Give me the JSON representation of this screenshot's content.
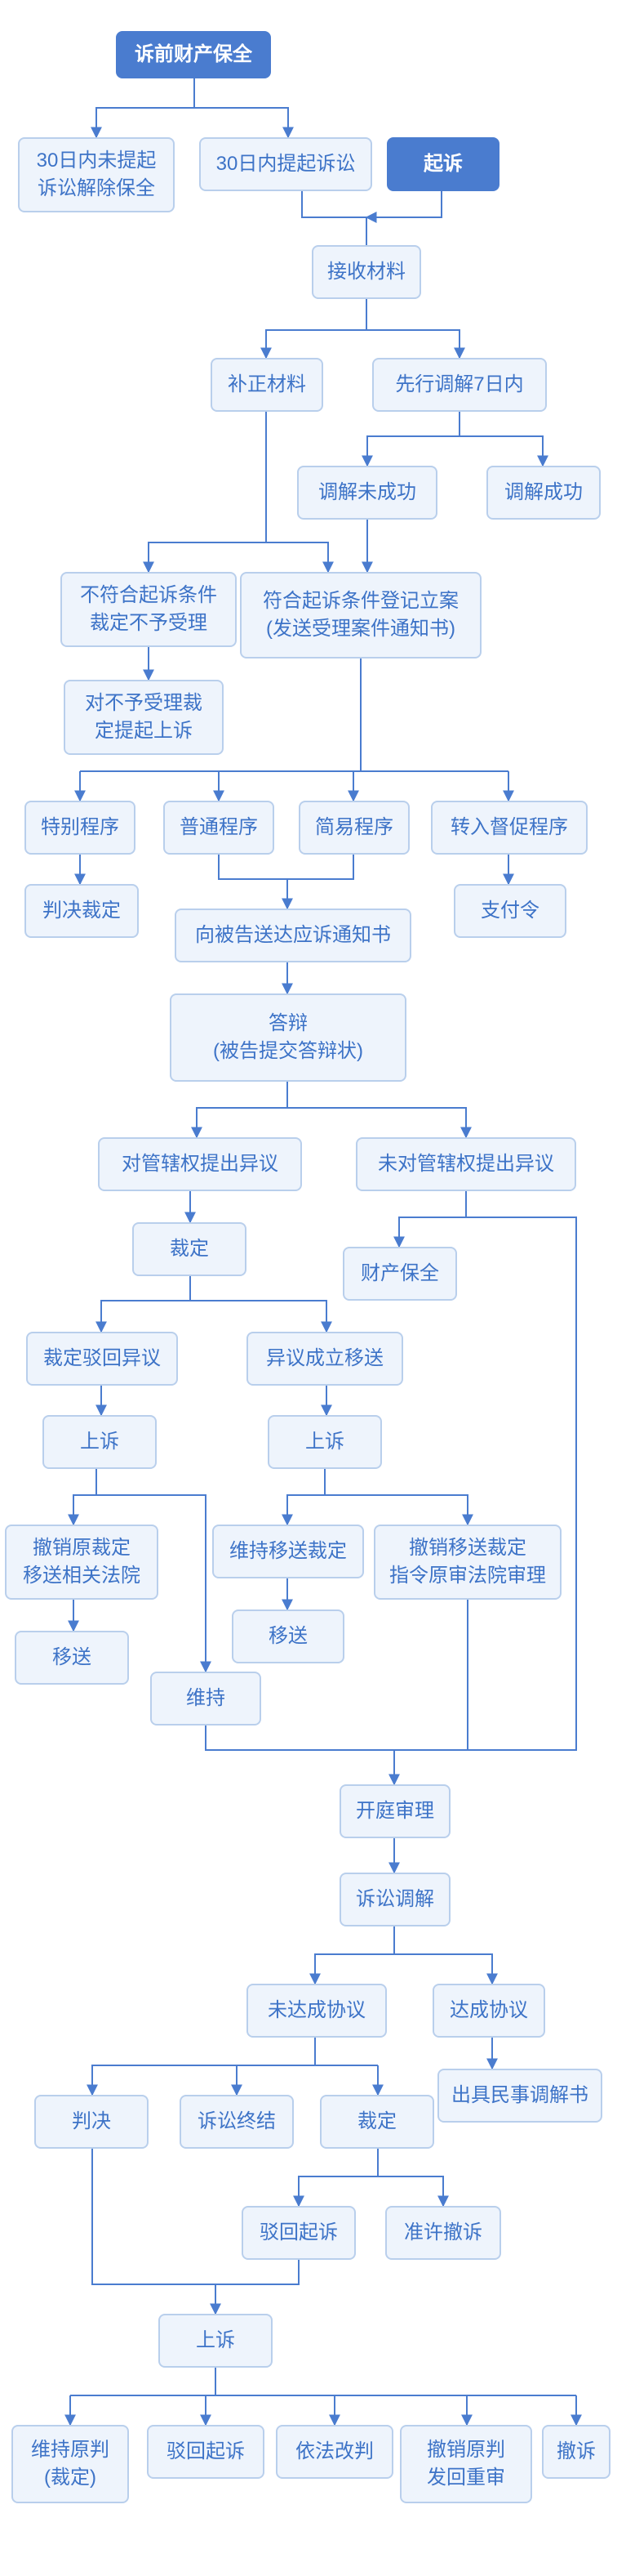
{
  "colors": {
    "line": "#4a7ccf",
    "box_fill": "#eef4fc",
    "box_border": "#b9cfec",
    "box_text": "#3d73c7",
    "dark_fill": "#4a7ccf",
    "dark_text": "#ffffff"
  },
  "nodes": {
    "pre_suit_preservation": "诉前财产保全",
    "no_suit_30": "30日内未提起\n诉讼解除保全",
    "suit_30": "30日内提起诉讼",
    "file_suit": "起诉",
    "receive_materials": "接收材料",
    "supplement_materials": "补正材料",
    "pre_mediation": "先行调解7日内",
    "mediation_failed": "调解未成功",
    "mediation_success": "调解成功",
    "not_accepted": "不符合起诉条件\n裁定不予受理",
    "accepted": "符合起诉条件登记立案\n(发送受理案件通知书)",
    "appeal_rejection": "对不予受理裁\n定提起上诉",
    "special_procedure": "特别程序",
    "ordinary_procedure": "普通程序",
    "simple_procedure": "简易程序",
    "supervision_procedure": "转入督促程序",
    "judgment_ruling": "判决裁定",
    "payment_order": "支付令",
    "send_notice": "向被告送达应诉通知书",
    "defense": "答辩\n(被告提交答辩状)",
    "jurisdiction_objection": "对管辖权提出异议",
    "no_jurisdiction_objection": "未对管辖权提出异议",
    "ruling": "裁定",
    "property_preservation": "财产保全",
    "objection_rejected": "裁定驳回异议",
    "objection_transfer": "异议成立移送",
    "appeal_left": "上诉",
    "appeal_right": "上诉",
    "revoke_transfer": "撤销原裁定\n移送相关法院",
    "uphold_transfer": "维持移送裁定",
    "revoke_transfer_trial": "撤销移送裁定\n指令原审法院审理",
    "transfer_left": "移送",
    "transfer_mid": "移送",
    "uphold": "维持",
    "court_hearing": "开庭审理",
    "litigation_mediation": "诉讼调解",
    "no_agreement": "未达成协议",
    "agreement": "达成协议",
    "mediation_document": "出具民事调解书",
    "judgment": "判决",
    "litigation_end": "诉讼终结",
    "ruling_bottom": "裁定",
    "dismiss_suit": "驳回起诉",
    "allow_withdrawal": "准许撤诉",
    "final_appeal": "上诉",
    "uphold_original": "维持原判\n(裁定)",
    "dismiss_suit_final": "驳回起诉",
    "amend_judgment": "依法改判",
    "revoke_retrial": "撤销原判\n发回重审",
    "withdraw": "撤诉"
  }
}
